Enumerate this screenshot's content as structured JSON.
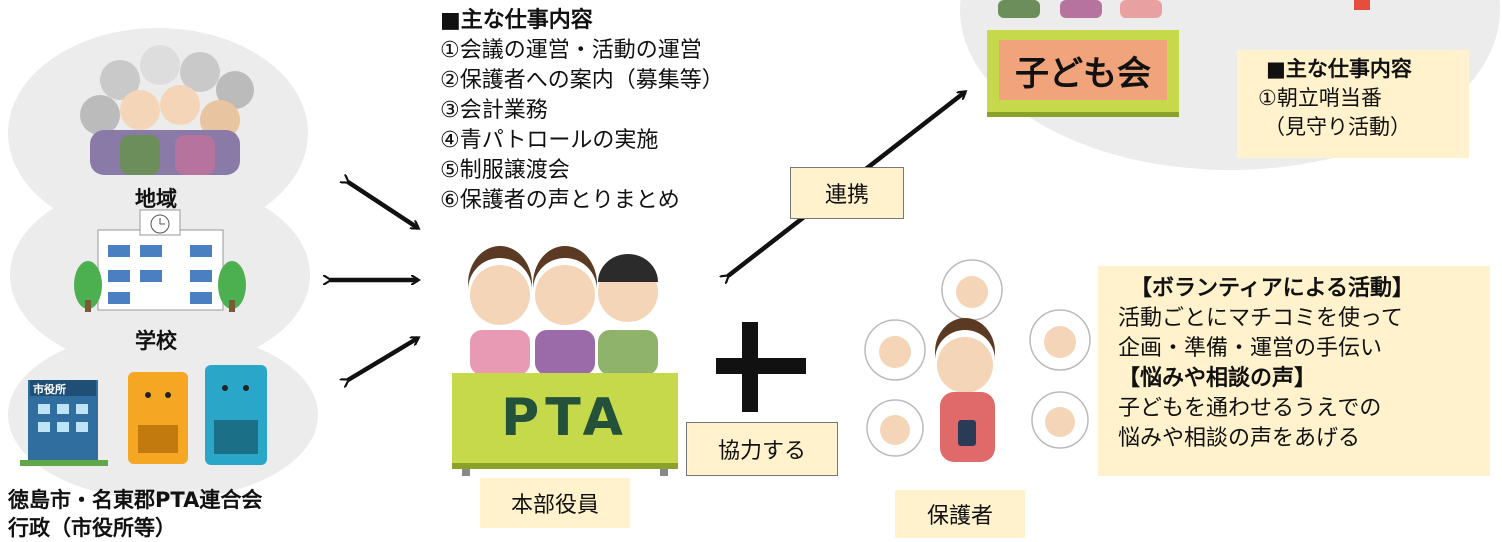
{
  "left_groups": {
    "community": {
      "label": "地域"
    },
    "school": {
      "label": "学校"
    },
    "admin": {
      "line1": "徳島市・名東郡PTA連合会",
      "line2": "行政（市役所等）",
      "sign": "市役所"
    }
  },
  "hq_duties": {
    "heading": "■主な仕事内容",
    "items": [
      "①会議の運営・活動の運営",
      "②保護者への案内（募集等）",
      "③会計業務",
      "④青パトロールの実施",
      "⑤制服譲渡会",
      "⑥保護者の声とりまとめ"
    ]
  },
  "children_club": {
    "banner": "子ども会",
    "duties_heading": "■主な仕事内容",
    "duties": [
      "①朝立哨当番",
      "（見守り活動）"
    ]
  },
  "link_label": "連携",
  "pta": {
    "banner": "PTA",
    "caption": "本部役員"
  },
  "plus": {
    "symbol": "+",
    "label": "協力する"
  },
  "parents": {
    "caption": "保護者"
  },
  "volunteer": {
    "heading1": "【ボランティアによる活動】",
    "text1": [
      "活動ごとにマチコミを使って",
      "企画・準備・運営の手伝い"
    ],
    "heading2": "【悩みや相談の声】",
    "text2": [
      "子どもを通わせるうえでの",
      "悩みや相談の声をあげる"
    ]
  },
  "colors": {
    "blob": "#ececec",
    "cream": "#fff2cc",
    "banner_green": "#c5d94a",
    "banner_orange": "#f1a37c",
    "arrow": "#111111"
  }
}
